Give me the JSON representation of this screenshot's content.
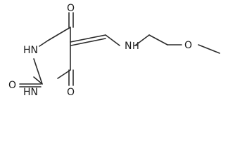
{
  "molecule": {
    "atoms": {
      "o_top": "O",
      "o_left": "O",
      "o_bottom": "O",
      "o_methoxy": "O",
      "nh_upper": "HN",
      "nh_lower": "HN",
      "nh_side": "N",
      "h_side": "H"
    }
  }
}
